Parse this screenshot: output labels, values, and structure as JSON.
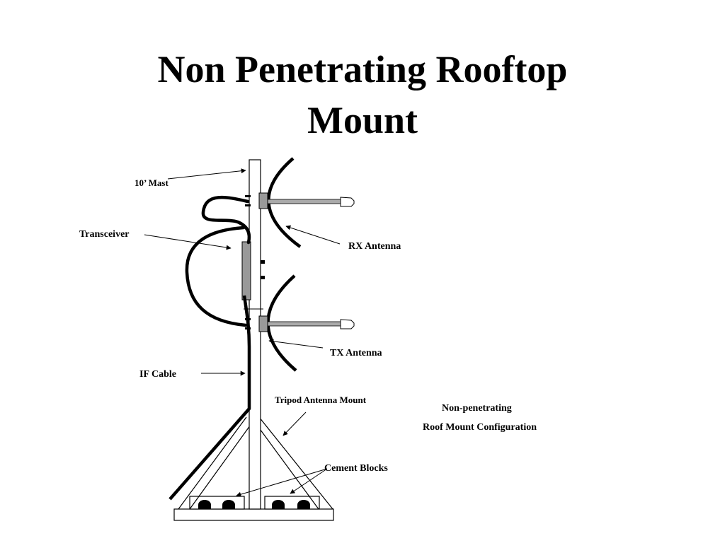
{
  "title": {
    "line1": "Non Penetrating Rooftop",
    "line2": "Mount"
  },
  "labels": {
    "mast": "10’ Mast",
    "transceiver": "Transceiver",
    "rx_antenna": "RX Antenna",
    "tx_antenna": "TX Antenna",
    "if_cable": "IF Cable",
    "tripod_mount": "Tripod Antenna Mount",
    "non_penetrating": "Non-penetrating",
    "roof_mount_config": "Roof Mount Configuration",
    "cement_blocks": "Cement Blocks"
  },
  "colors": {
    "line": "#000000",
    "hardware": "#999999",
    "cable": "#000000"
  }
}
